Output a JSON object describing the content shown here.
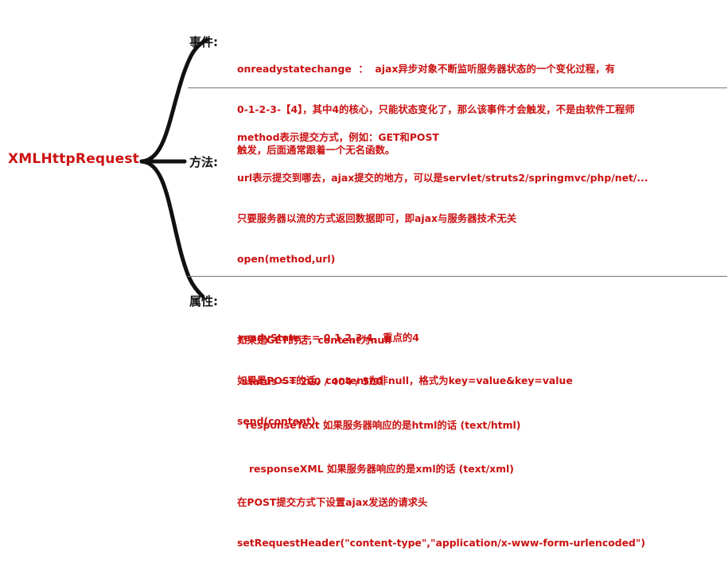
{
  "root": {
    "label": "XMLHttpRequest"
  },
  "sections": {
    "events": {
      "label": "事件:",
      "lines": [
        "onreadystatechange  ：  ajax异步对象不断监听服务器状态的一个变化过程，有",
        "0-1-2-3-【4】，其中4的核心，只能状态变化了，那么该事件才会触发，不是由软件工程师",
        "触发，后面通常跟着一个无名函数。"
      ]
    },
    "methods": {
      "label": "方法:",
      "lines": [
        "method表示提交方式，例如：GET和POST",
        "url表示提交到哪去，ajax提交的地方，可以是servlet/struts2/springmvc/php/net/...",
        "只要服务器以流的方式返回数据即可，即ajax与服务器技术无关",
        "open(method,url)",
        "",
        "如果是GET的话，content为null",
        "如果是POST的话，content为非null，格式为key=value&key=value",
        "send(content)",
        "",
        "在POST提交方式下设置ajax发送的请求头",
        "setRequestHeader(\"content-type\",\"application/x-www-form-urlencoded\")"
      ]
    },
    "properties": {
      "label": "属性:",
      "lines": [
        "readyState == 0,1,2,3,4，重点的4",
        " status == 200 / 404 / 500",
        "  responseText 如果服务器响应的是html的话 (text/html)",
        "   responseXML 如果服务器响应的是xml的话 (text/xml)"
      ]
    }
  },
  "colors": {
    "text_red": "#cc1111",
    "label_black": "#111111",
    "brace": "#111111",
    "divider": "#777777"
  }
}
